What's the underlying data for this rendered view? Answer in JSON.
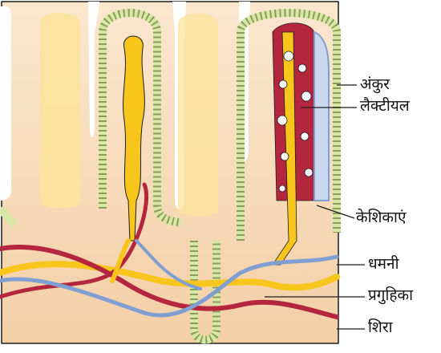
{
  "diagram": {
    "labels": {
      "villus": "अंकुर",
      "lacteal": "लैक्टीयल",
      "capillaries": "केशिकाएं",
      "artery": "धमनी",
      "crypt": "प्रगुहिका",
      "vein": "शिरा"
    },
    "colors": {
      "tissue": "#f6d9b8",
      "tissue_dark": "#efc79c",
      "epithelium": "#d6e7a6",
      "epithelium_line": "#5b6b2a",
      "lacteal_yellow": "#f7c51c",
      "lacteal_light": "#fbe39a",
      "artery_red": "#b3263e",
      "vein_blue": "#7f9fd2",
      "outline": "#1d1d1d",
      "background": "#ffffff"
    }
  }
}
